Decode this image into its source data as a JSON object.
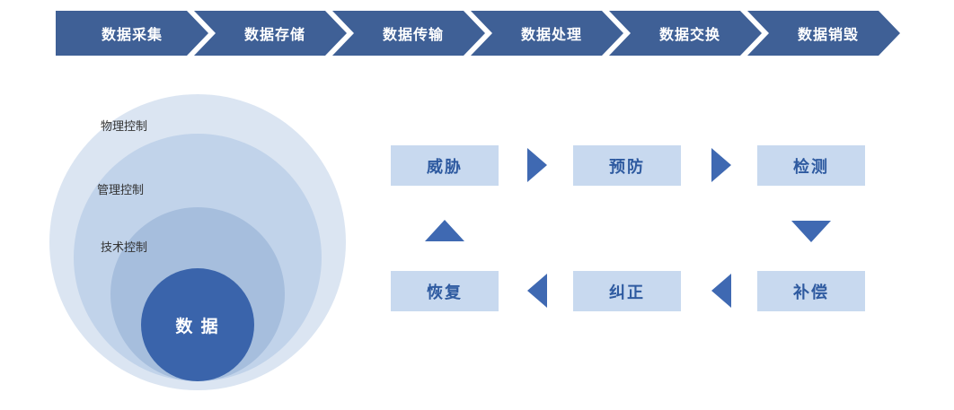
{
  "lifecycle": {
    "steps": [
      "数据采集",
      "数据存储",
      "数据传输",
      "数据处理",
      "数据交换",
      "数据销毁"
    ]
  },
  "controls": {
    "rings": [
      "物理控制",
      "管理控制",
      "技术控制"
    ],
    "core": "数 据"
  },
  "cycle": {
    "top_boxes": [
      "威胁",
      "预防",
      "检测"
    ],
    "bottom_boxes": [
      "恢复",
      "纠正",
      "补偿"
    ]
  },
  "colors": {
    "chevron_fill": "#3f6096",
    "chevron_text": "#ffffff",
    "ring_outer": "#dbe5f2",
    "ring_mid": "#c1d3ea",
    "ring_inner": "#a6bedd",
    "ring_core": "#3a64ab",
    "box_fill": "#c8d9ef",
    "box_text": "#2e5aa0",
    "arrow": "#3f69b2"
  }
}
